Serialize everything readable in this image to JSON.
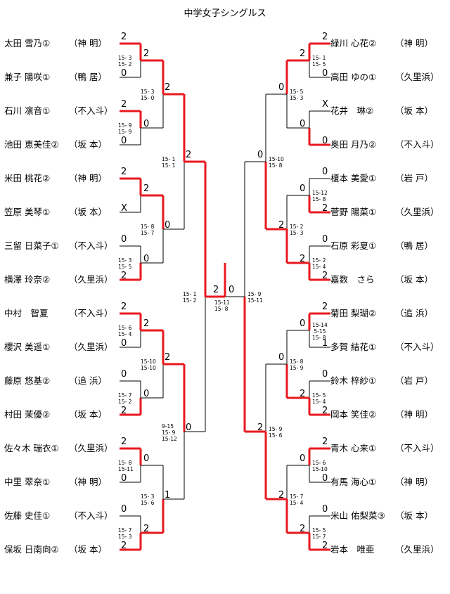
{
  "title": "中学女子シングルス",
  "colors": {
    "winner_line": "#e8191f",
    "loser_line": "#000000"
  },
  "left_players": [
    {
      "name": "太田 雪乃①",
      "team": "（神 明）"
    },
    {
      "name": "兼子 陽咲①",
      "team": "（鴨 居）"
    },
    {
      "name": "石川 凛音①",
      "team": "（不入斗）"
    },
    {
      "name": "池田 恵美佳②",
      "team": "（坂 本）"
    },
    {
      "name": "米田 桃花②",
      "team": "（神 明）"
    },
    {
      "name": "笠原 美琴①",
      "team": "（坂 本）"
    },
    {
      "name": "三留 日菜子①",
      "team": "（不入斗）"
    },
    {
      "name": "横澤 玲奈②",
      "team": "（久里浜）"
    },
    {
      "name": "中村　智夏",
      "team": "（不入斗）"
    },
    {
      "name": "櫻沢 美遥①",
      "team": "（久里浜）"
    },
    {
      "name": "藤原 悠基②",
      "team": "（追 浜）"
    },
    {
      "name": "村田 茉優②",
      "team": "（坂 本）"
    },
    {
      "name": "佐々木 瑞衣①",
      "team": "（久里浜）"
    },
    {
      "name": "中里 翠奈①",
      "team": "（神 明）"
    },
    {
      "name": "佐藤 史佳①",
      "team": "（不入斗）"
    },
    {
      "name": "保坂 日南向②",
      "team": "（坂 本）"
    }
  ],
  "right_players": [
    {
      "name": "緑川 心花②",
      "team": "（神 明）"
    },
    {
      "name": "高田 ゆの①",
      "team": "（久里浜）"
    },
    {
      "name": "花井　琳②",
      "team": "（坂 本）"
    },
    {
      "name": "奥田 月乃②",
      "team": "（不入斗）"
    },
    {
      "name": "榎本 美愛①",
      "team": "（岩 戸）"
    },
    {
      "name": "菅野 陽菜①",
      "team": "（久里浜）"
    },
    {
      "name": "石原 彩夏①",
      "team": "（鴨 居）"
    },
    {
      "name": "嘉数　さら",
      "team": "（坂 本）"
    },
    {
      "name": "菊田 梨瑚②",
      "team": "（追 浜）"
    },
    {
      "name": "多賀 結花①",
      "team": "（不入斗）"
    },
    {
      "name": "鈴木 梓紗①",
      "team": "（岩 戸）"
    },
    {
      "name": "岡本 笑佳②",
      "team": "（神 明）"
    },
    {
      "name": "青木 心来①",
      "team": "（不入斗）"
    },
    {
      "name": "有馬 海心①",
      "team": "（神 明）"
    },
    {
      "name": "米山 佑梨菜③",
      "team": "（坂 本）"
    },
    {
      "name": "岩本　唯亜",
      "team": "（久里浜）"
    }
  ],
  "left_r1": [
    {
      "scores": [
        "2",
        "0"
      ],
      "games": "15- 3\n15- 2",
      "winner": 0
    },
    {
      "scores": [
        "2",
        "0"
      ],
      "games": "15- 9\n15- 9",
      "winner": 0
    },
    {
      "scores": [
        "2",
        "X"
      ],
      "games": "",
      "winner": 0
    },
    {
      "scores": [
        "0",
        "2"
      ],
      "games": "15- 3\n15- 5",
      "winner": 1
    },
    {
      "scores": [
        "2",
        "0"
      ],
      "games": "15- 6\n15- 4",
      "winner": 0
    },
    {
      "scores": [
        "0",
        "2"
      ],
      "games": "15- 7\n15- 2",
      "winner": 1
    },
    {
      "scores": [
        "2",
        "0"
      ],
      "games": "15- 8\n15-11",
      "winner": 0
    },
    {
      "scores": [
        "0",
        "2"
      ],
      "games": "15- 7\n15- 3",
      "winner": 1
    }
  ],
  "left_r2": [
    {
      "scores": [
        "2",
        "0"
      ],
      "games": "15- 3\n15- 0",
      "winner": 0
    },
    {
      "scores": [
        "2",
        "0"
      ],
      "games": "15- 8\n15- 7",
      "winner": 0
    },
    {
      "scores": [
        "2",
        "0"
      ],
      "games": "15-10\n15-10",
      "winner": 0
    },
    {
      "scores": [
        "0",
        "2"
      ],
      "games": "15- 3\n15- 6",
      "winner": 1
    }
  ],
  "left_r3": [
    {
      "scores": [
        "2",
        "0"
      ],
      "games": "15- 1\n15- 1",
      "winner": 0
    },
    {
      "scores": [
        "2",
        "1"
      ],
      "games": "9-15\n15- 9\n15-12",
      "winner": 0
    }
  ],
  "left_r4": {
    "scores": [
      "2",
      "0"
    ],
    "games": "15- 1\n15- 2",
    "winner": 0
  },
  "right_r1": [
    {
      "scores": [
        "2",
        "0"
      ],
      "games": "15- 1\n15- 5",
      "winner": 0
    },
    {
      "scores": [
        "X",
        "0"
      ],
      "games": "",
      "winner": 1
    },
    {
      "scores": [
        "0",
        "2"
      ],
      "games": "15-12\n15- 8",
      "winner": 1
    },
    {
      "scores": [
        "0",
        "2"
      ],
      "games": "15- 2\n15- 4",
      "winner": 1
    },
    {
      "scores": [
        "2",
        "1"
      ],
      "games": "15-14\n 5-15\n15- 8",
      "winner": 0
    },
    {
      "scores": [
        "0",
        "2"
      ],
      "games": "15- 5\n15- 4",
      "winner": 1
    },
    {
      "scores": [
        "2",
        "0"
      ],
      "games": "15- 6\n15-10",
      "winner": 0
    },
    {
      "scores": [
        "0",
        "2"
      ],
      "games": "15- 5\n15- 7",
      "winner": 1
    }
  ],
  "right_r2": [
    {
      "scores": [
        "2",
        "0"
      ],
      "games": "15- 5\n15- 3",
      "winner": 0
    },
    {
      "scores": [
        "0",
        "2"
      ],
      "games": "15- 2\n15- 3",
      "winner": 1
    },
    {
      "scores": [
        "0",
        "2"
      ],
      "games": "15- 8\n15- 9",
      "winner": 1
    },
    {
      "scores": [
        "0",
        "2"
      ],
      "games": "15- 7\n15- 4",
      "winner": 1
    }
  ],
  "right_r3": [
    {
      "scores": [
        "0",
        "2"
      ],
      "games": "15-10\n15- 8",
      "winner": 1
    },
    {
      "scores": [
        "0",
        "2"
      ],
      "games": "15- 9\n15- 6",
      "winner": 1
    }
  ],
  "right_r4": {
    "scores": [
      "0",
      "2"
    ],
    "games": "15- 9\n15-11",
    "winner": 1
  },
  "final": {
    "scores": [
      "2",
      "0"
    ],
    "games": "15-11\n15- 8",
    "winner": 0
  }
}
